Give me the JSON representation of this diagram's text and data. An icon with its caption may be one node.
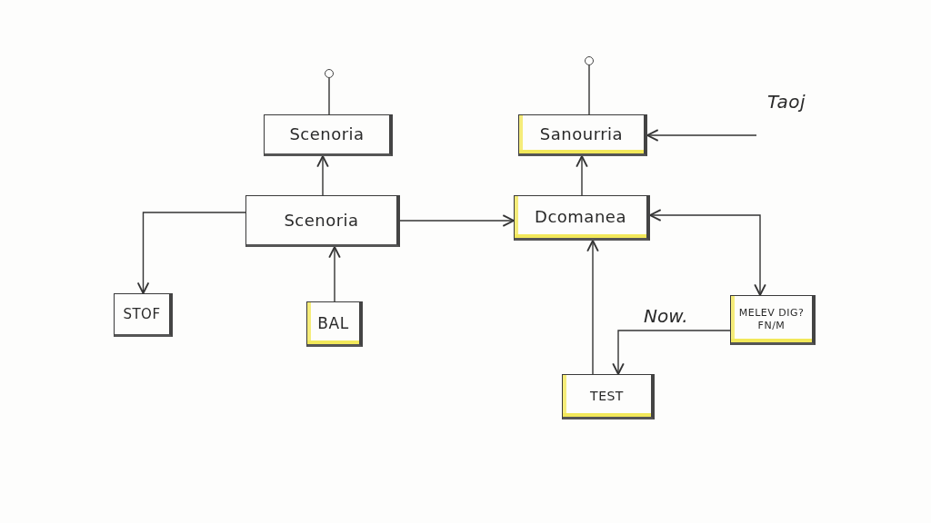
{
  "diagram": {
    "nodes": [
      {
        "text": [],
        "shape": "circle"
      },
      {
        "text": [],
        "shape": "circle"
      },
      {
        "text": [
          "Taoj"
        ]
      },
      {
        "text": [
          "Scenoria"
        ]
      },
      {
        "text": [
          "Sanourria"
        ]
      },
      {
        "text": [
          "Scenoria"
        ]
      },
      {
        "text": [
          "Dcomanea"
        ]
      },
      {
        "text": [
          "STOF"
        ]
      },
      {
        "text": [
          "BAL"
        ]
      },
      {
        "text": [
          "MELEV DIG?FN/M"
        ]
      },
      {
        "text": [
          "TEST"
        ]
      }
    ],
    "edges": [
      {
        "from": 0,
        "to": 3,
        "arrow": "none"
      },
      {
        "from": 1,
        "to": 4,
        "arrow": "none"
      },
      {
        "from": 2,
        "to": 4,
        "arrow": "to"
      },
      {
        "from": 5,
        "to": 3,
        "arrow": "to"
      },
      {
        "from": 6,
        "to": 4,
        "arrow": "to"
      },
      {
        "from": 5,
        "to": 6,
        "arrow": "to"
      },
      {
        "from": 5,
        "to": 7,
        "arrow": "to"
      },
      {
        "from": 8,
        "to": 5,
        "arrow": "to"
      },
      {
        "from": 10,
        "to": 6,
        "arrow": "to"
      },
      {
        "from": 6,
        "to": 9,
        "arrow": "both"
      },
      {
        "from": 9,
        "to": 10,
        "arrow": "to",
        "label": "Now."
      }
    ]
  }
}
